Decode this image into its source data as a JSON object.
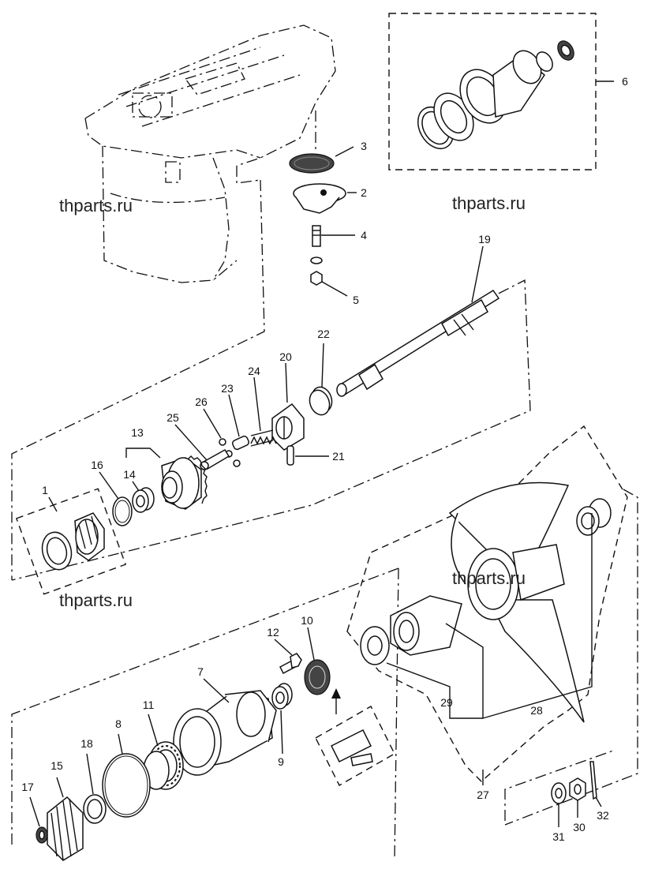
{
  "watermark": "thparts.ru",
  "callouts": {
    "c1": "1",
    "c2": "2",
    "c3": "3",
    "c4": "4",
    "c5": "5",
    "c6": "6",
    "c7": "7",
    "c8": "8",
    "c9": "9",
    "c10": "10",
    "c11": "11",
    "c12": "12",
    "c13": "13",
    "c14": "14",
    "c15": "15",
    "c16": "16",
    "c17": "17",
    "c18": "18",
    "c19": "19",
    "c20": "20",
    "c21": "21",
    "c22": "22",
    "c23": "23",
    "c24": "24",
    "c25": "25",
    "c26": "26",
    "c27": "27",
    "c28": "28",
    "c29": "29",
    "c30": "30",
    "c31": "31",
    "c32": "32"
  }
}
